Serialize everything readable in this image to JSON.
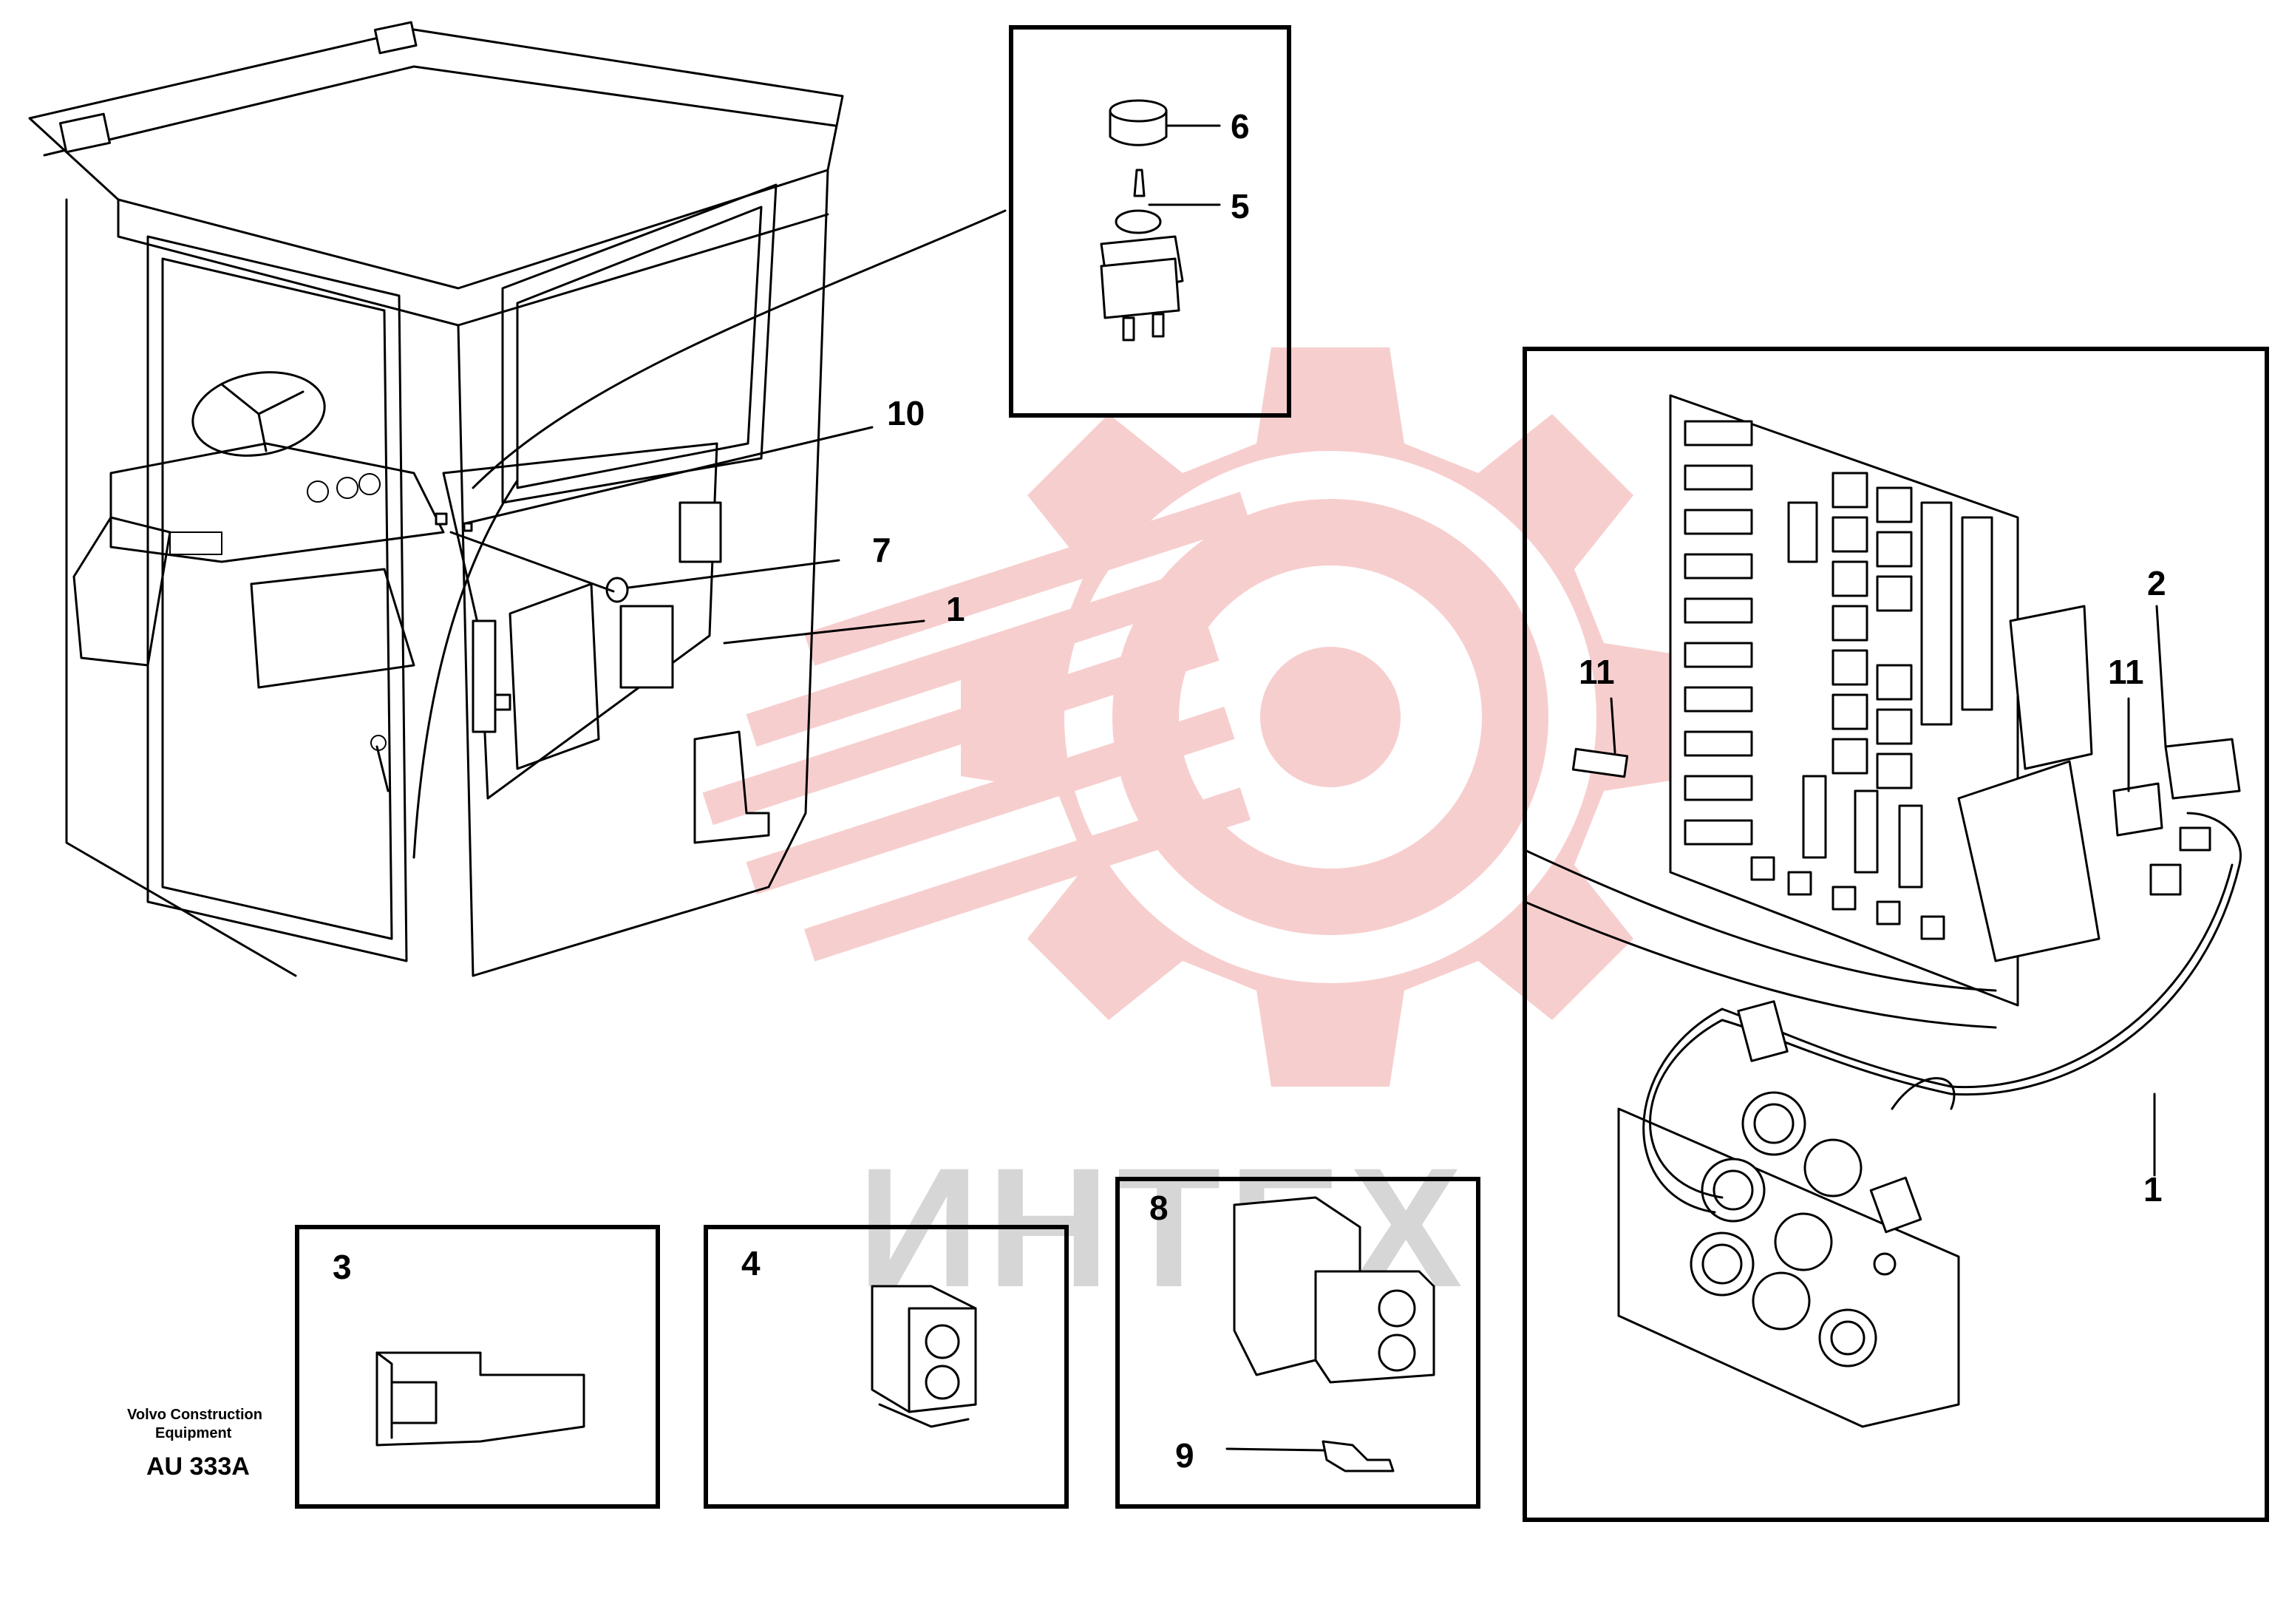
{
  "diagram": {
    "callouts": {
      "main_10": "10",
      "main_7": "7",
      "main_1": "1",
      "switch_6": "6",
      "switch_5": "5",
      "board_2": "2",
      "board_11a": "11",
      "board_11b": "11",
      "board_1": "1",
      "inset_3": "3",
      "inset_4": "4",
      "inset_8": "8",
      "inset_9": "9"
    },
    "brand_line1": "Volvo Construction",
    "brand_line2": "Equipment",
    "drawing_code": "AU 333A",
    "watermark_text": "ИНТЕХ"
  },
  "colors": {
    "watermark_logo": "#f7c9c9",
    "watermark_text": "#d6d6d6",
    "line": "#000000"
  }
}
